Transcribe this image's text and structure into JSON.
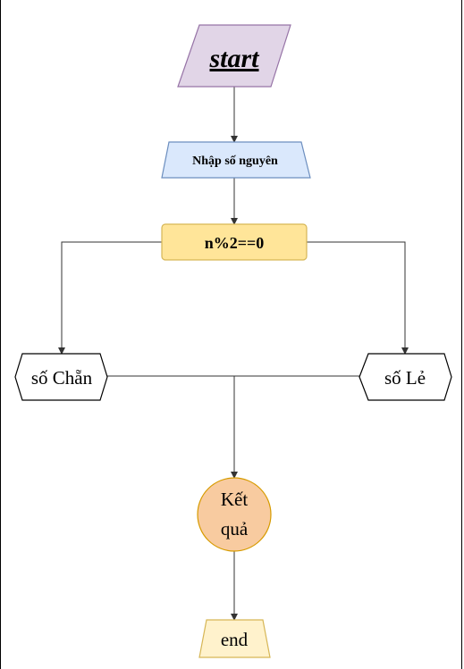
{
  "diagram": {
    "nodes": {
      "start": {
        "label": "start",
        "fill": "#e1d5e7",
        "stroke": "#9673a6"
      },
      "input": {
        "label": "Nhập số nguyên",
        "fill": "#dae8fc",
        "stroke": "#6c8ebf"
      },
      "decision": {
        "label": "n%2==0",
        "fill": "#ffe599",
        "stroke": "#d6b656"
      },
      "even": {
        "label": "số Chẵn",
        "fill": "#ffffff",
        "stroke": "#000000"
      },
      "odd": {
        "label": "số Lẻ",
        "fill": "#ffffff",
        "stroke": "#000000"
      },
      "result": {
        "line1": "Kết",
        "line2": "quả",
        "fill": "#f8cba0",
        "stroke": "#d79b00"
      },
      "end": {
        "label": "end",
        "fill": "#fff2cc",
        "stroke": "#d6b656"
      }
    },
    "edges": [
      {
        "from": "start",
        "to": "input"
      },
      {
        "from": "input",
        "to": "decision"
      },
      {
        "from": "decision",
        "to": "even"
      },
      {
        "from": "decision",
        "to": "odd"
      },
      {
        "from": "even",
        "to": "result"
      },
      {
        "from": "odd",
        "to": "result"
      },
      {
        "from": "result",
        "to": "end"
      }
    ],
    "edge_color": "#333333"
  }
}
